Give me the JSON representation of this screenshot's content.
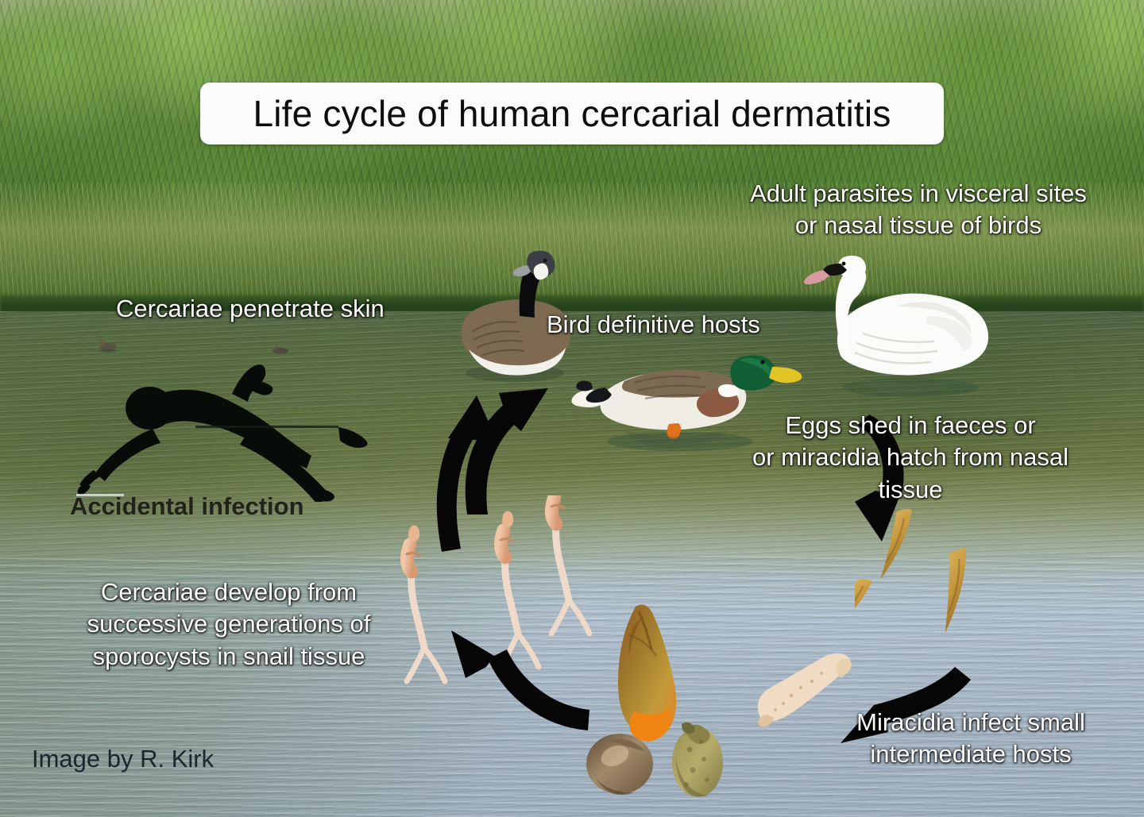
{
  "figure": {
    "title": "Life cycle of human cercarial dermatitis",
    "credit": "Image by R. Kirk",
    "scene": "pond with trees and reeds in background, reflective water in foreground"
  },
  "labels": {
    "adult_parasites": "Adult parasites in visceral sites\nor nasal tissue of birds",
    "cercariae_penetrate": "Cercariae penetrate skin",
    "bird_hosts": "Bird definitive hosts",
    "eggs_shed": "Eggs shed in faeces or\nor miracidia hatch from nasal\ntissue",
    "accidental_infection": "Accidental infection",
    "cercariae_develop": "Cercariae develop from\nsuccessive generations of\nsporocysts in snail tissue",
    "miracidia_infect": "Miracidia infect small\nintermediate hosts"
  },
  "organisms": {
    "swimmer": "human-swimmer-silhouette",
    "goose": "canada-goose",
    "mallard": "mallard-drake",
    "swan": "mute-swan",
    "cercariae": "fork-tailed-cercariae",
    "eggs": "spindle-shaped-parasite-eggs",
    "miracidium": "miracidium-larva",
    "snails": "freshwater-snails"
  },
  "arrows": [
    {
      "name": "arrow-to-swimmer",
      "direction": "up-left",
      "meaning": "cercariae to human skin"
    },
    {
      "name": "arrow-to-birds",
      "direction": "up-right",
      "meaning": "cercariae to bird hosts"
    },
    {
      "name": "arrow-eggs-down",
      "direction": "down",
      "meaning": "eggs shed into water"
    },
    {
      "name": "arrow-miracidia-left",
      "direction": "left",
      "meaning": "miracidia to snails"
    },
    {
      "name": "arrow-snails-up",
      "direction": "up-left",
      "meaning": "snails release cercariae"
    }
  ],
  "colors": {
    "label_text": "#ffffff",
    "title_text": "#0d0d0d",
    "title_background": "#fbfbfb",
    "arrow": "#000000",
    "accidental_text": "#1b1b14",
    "credit_text": "#15202a"
  }
}
